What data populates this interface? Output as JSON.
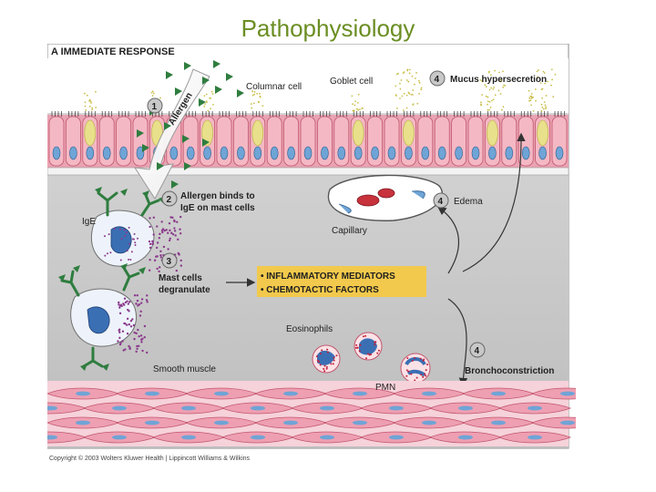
{
  "slide": {
    "title": "Pathophysiology",
    "copyright": "Copyright © 2003 Wolters Kluwer Health | Lippincott Williams & Wilkins"
  },
  "panel": {
    "title": "A IMMEDIATE RESPONSE"
  },
  "labels": {
    "columnar_cell": "Columnar cell",
    "goblet_cell": "Goblet cell",
    "mucus_hypersecretion": "Mucus hypersecretion",
    "allergen": "Allergen",
    "allergen_binds_1": "Allergen binds to",
    "allergen_binds_2": "IgE on mast cells",
    "ige": "IgE",
    "edema": "Edema",
    "capillary": "Capillary",
    "mast_cells_1": "Mast cells",
    "mast_cells_2": "degranulate",
    "mediators_1": "• INFLAMMATORY MEDIATORS",
    "mediators_2": "• CHEMOTACTIC FACTORS",
    "eosinophils": "Eosinophils",
    "bronchoconstriction": "Bronchoconstriction",
    "pmn": "PMN",
    "smooth_muscle": "Smooth muscle"
  },
  "steps": {
    "s1": "1",
    "s2": "2",
    "s3": "3",
    "s4a": "4",
    "s4b": "4",
    "s4c": "4"
  },
  "colors": {
    "epithelium": "#f4b8c4",
    "epithelium_border": "#c2566e",
    "nucleus": "#6fa4d6",
    "mucus": "#e8e08a",
    "allergen": "#2f7d3f",
    "mediator_box": "#f2c94c",
    "step_badge": "#c8c8c8",
    "title": "#6b8e23"
  }
}
